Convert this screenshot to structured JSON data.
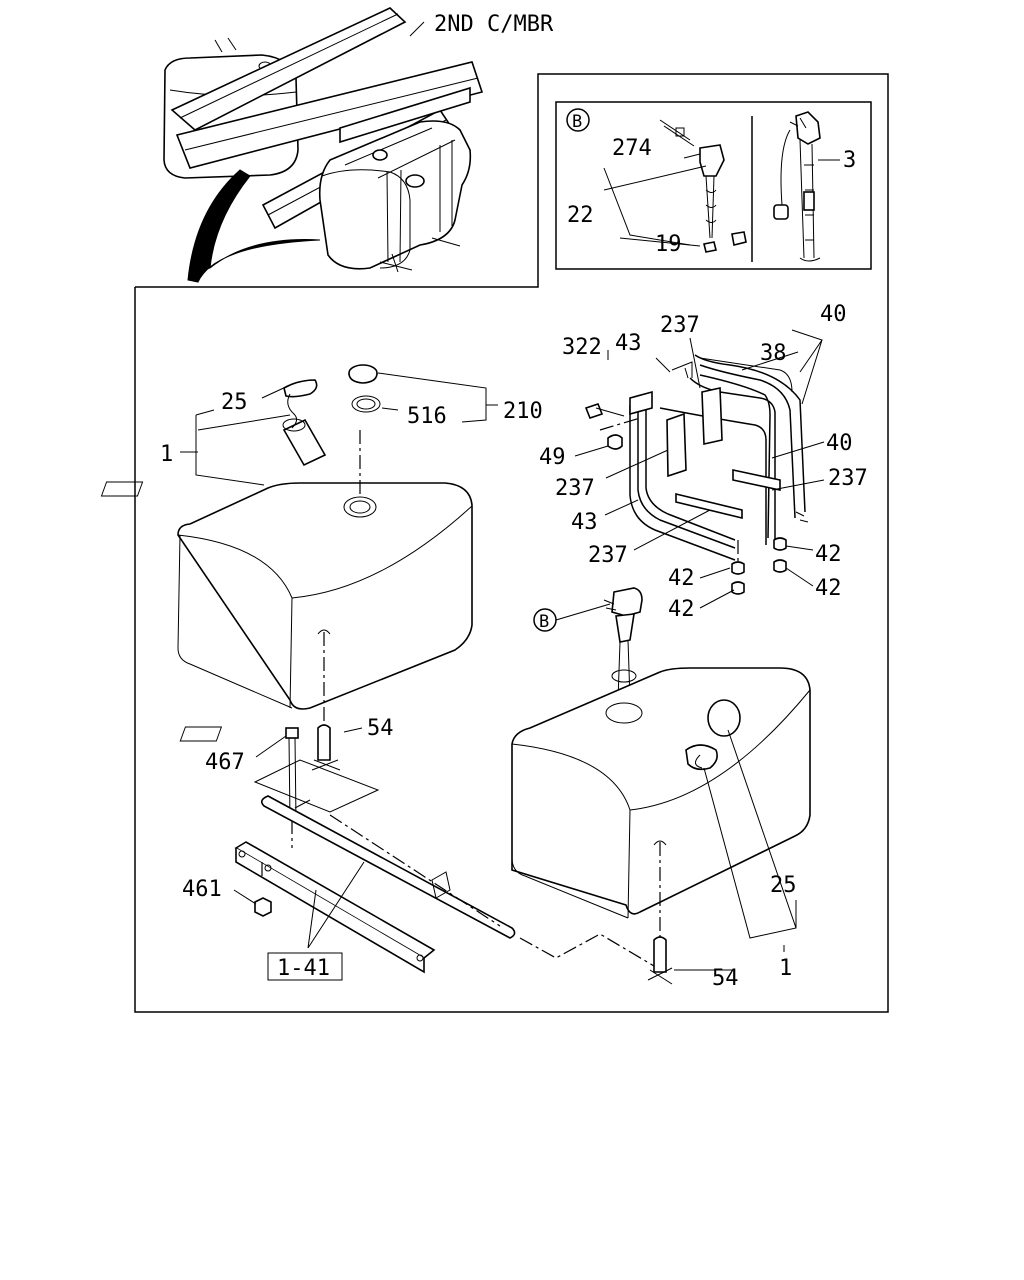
{
  "labels": {
    "second_crossmember": "2ND C/MBR",
    "b_detail": "B",
    "b_main": "B",
    "p274": "274",
    "p22": "22",
    "p19": "19",
    "p3": "3",
    "p322": "322",
    "p43_top": "43",
    "p237_top": "237",
    "p40_top": "40",
    "p38": "38",
    "p40_mid": "40",
    "p49": "49",
    "p237_left": "237",
    "p237_right": "237",
    "p43_bottom": "43",
    "p237_bottom": "237",
    "p42_a": "42",
    "p42_b": "42",
    "p42_c": "42",
    "p42_d": "42",
    "p25_left": "25",
    "p516": "516",
    "p210": "210",
    "p1_left": "1",
    "p54_left": "54",
    "p467": "467",
    "p461": "461",
    "ref_1_41": "1-41",
    "p54_right": "54",
    "p25_right": "25",
    "p1_right": "1"
  }
}
